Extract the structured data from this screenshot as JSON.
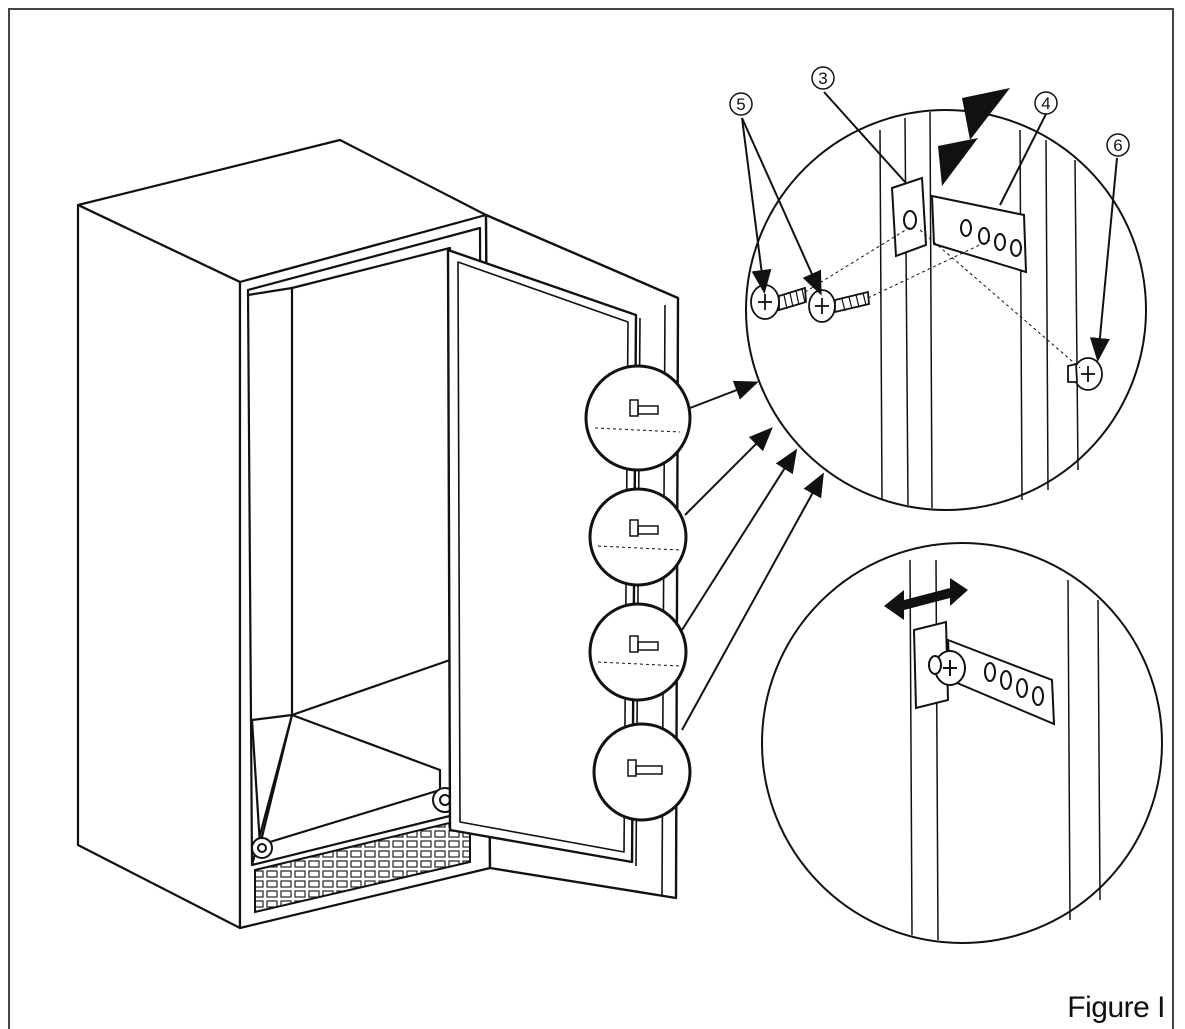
{
  "figure": {
    "caption": "Figure I",
    "callouts": [
      {
        "id": "callout-5",
        "label": "5"
      },
      {
        "id": "callout-3",
        "label": "3"
      },
      {
        "id": "callout-4",
        "label": "4"
      },
      {
        "id": "callout-6",
        "label": "6"
      }
    ],
    "line_color": "#111111",
    "fill_color": "#ffffff"
  }
}
